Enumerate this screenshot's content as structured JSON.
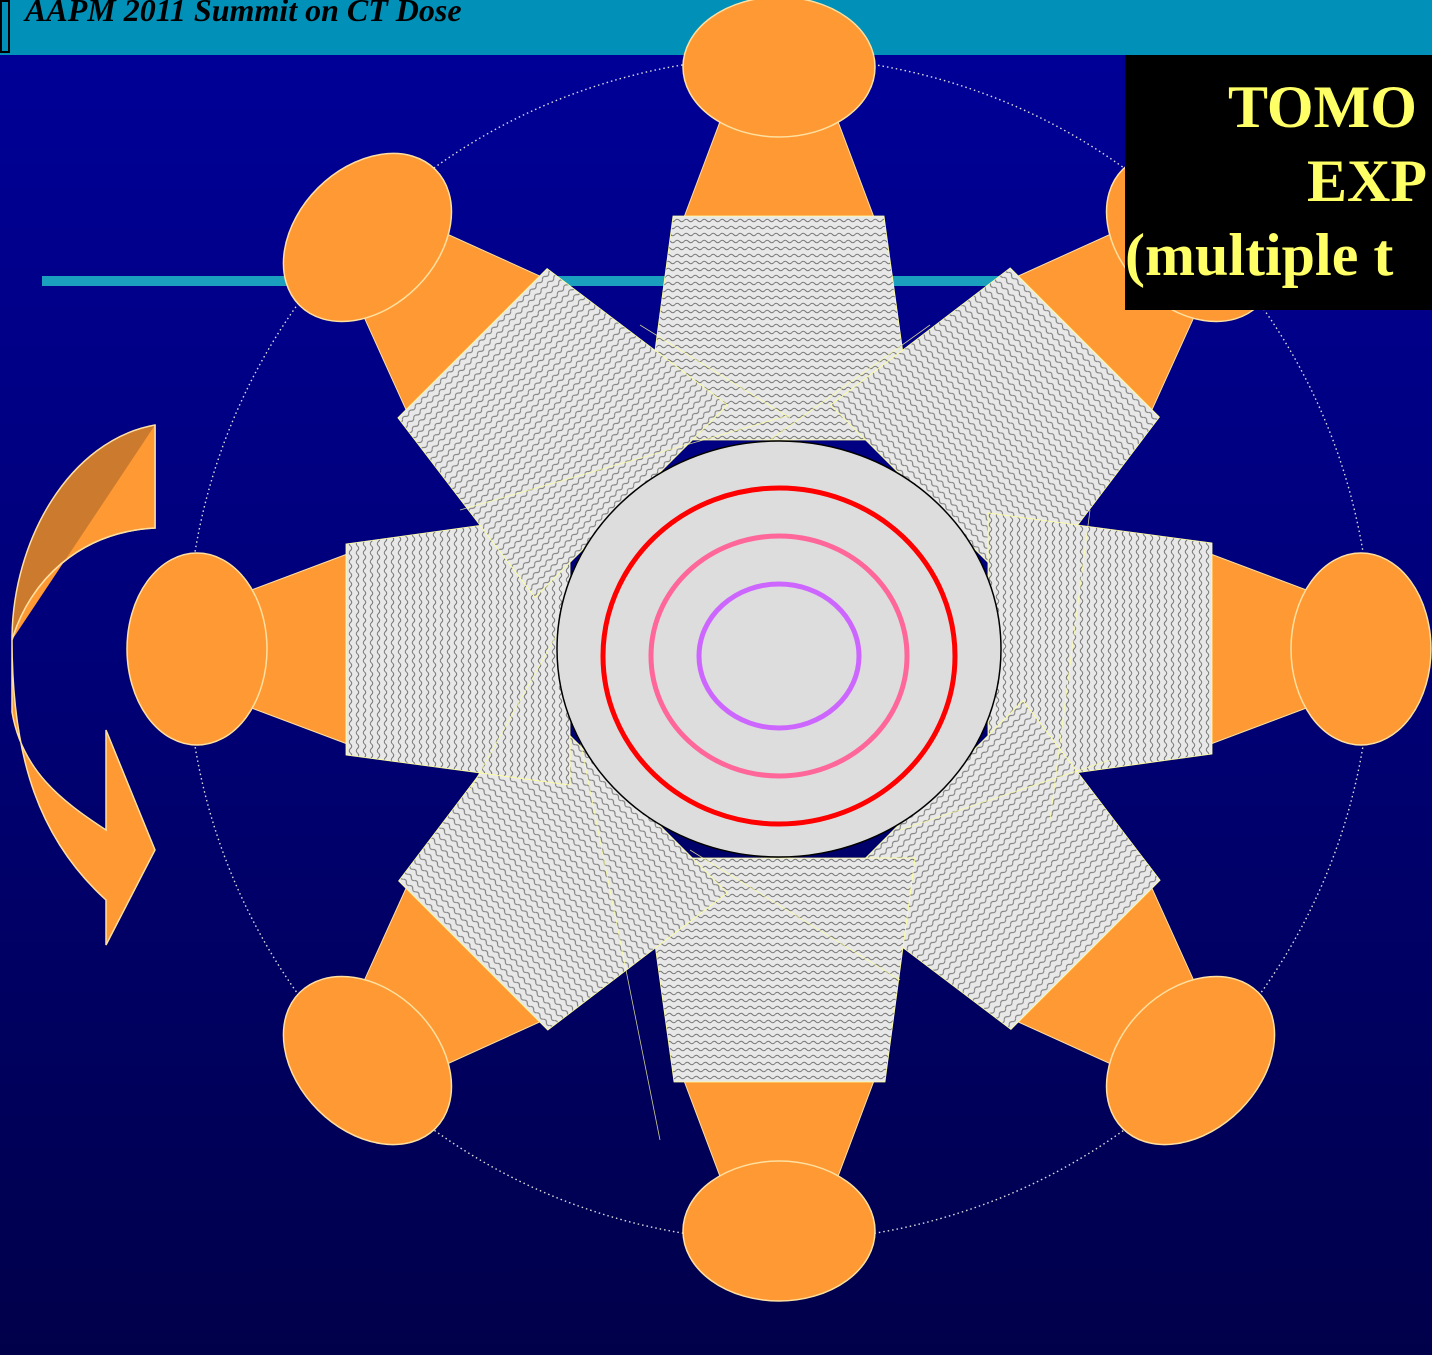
{
  "header": {
    "text": "AAPM 2011 Summit on CT Dose"
  },
  "title": {
    "line1": "TOMO",
    "line2": "EXP",
    "line3": "(multiple t"
  },
  "colors": {
    "background_top": "#000099",
    "background_bottom": "#00004a",
    "header_bar": "#0090b8",
    "tube": "#ff9933",
    "arrow_top": "#cc7a2e",
    "phantom": "#dddddd",
    "ring_outer": "#ff0000",
    "ring_middle": "#ff6699",
    "ring_inner": "#cc66ff",
    "title_text": "#ffff66",
    "title_box": "#000000"
  },
  "icons": {
    "rotation": "curved-rotation-arrow"
  }
}
